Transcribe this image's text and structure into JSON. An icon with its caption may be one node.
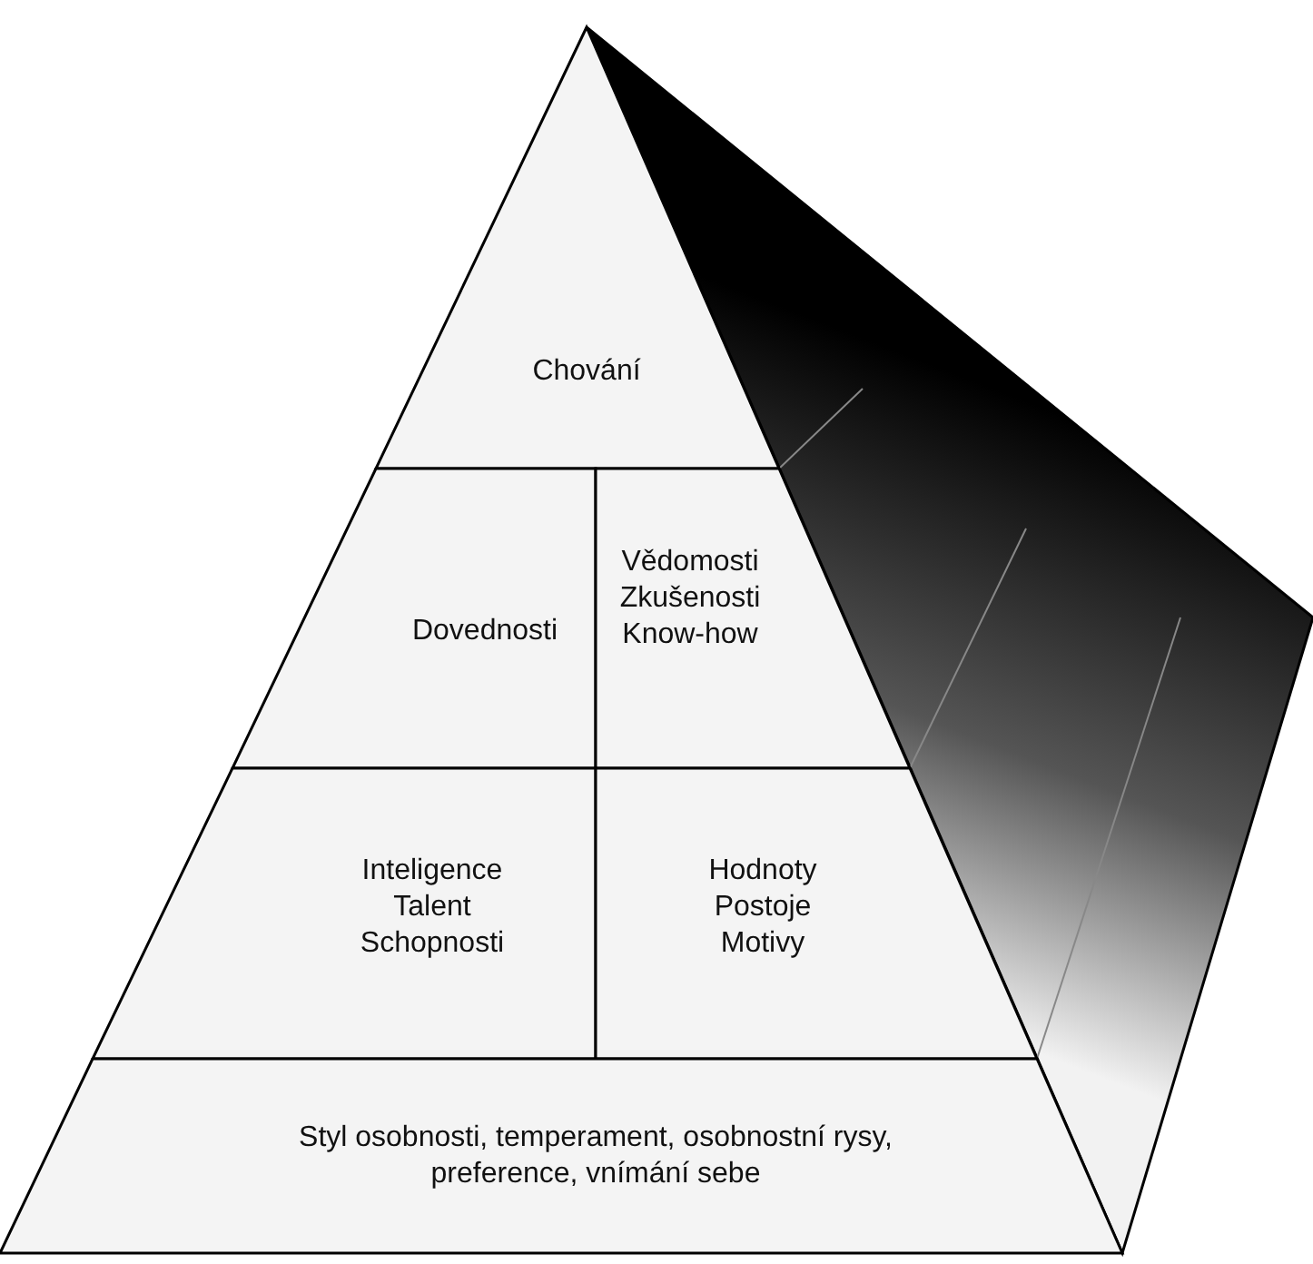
{
  "diagram": {
    "nodes": [
      {
        "text": [
          "Chování"
        ]
      },
      {
        "text": [
          "Dovednosti"
        ]
      },
      {
        "text": [
          "Vědomosti Zkušenosti Know-how"
        ]
      },
      {
        "text": [
          "Inteligence Talent Schopnosti"
        ]
      },
      {
        "text": [
          "Hodnoty Postoje Motivy"
        ]
      },
      {
        "text": [
          "Styl osobnosti, temperament, osobnostní rysy, preference, vnímání sebe"
        ]
      }
    ]
  }
}
